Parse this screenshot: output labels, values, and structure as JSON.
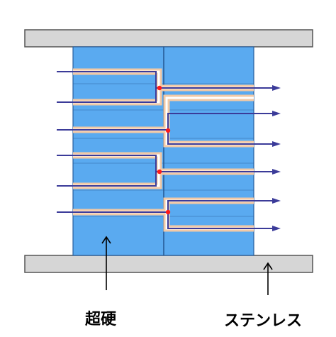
{
  "labels": {
    "left_material": "超硬",
    "right_material": "ステンレス"
  },
  "colors": {
    "plate_fill": "#d6d6d6",
    "plate_stroke": "#555555",
    "block_fill": "#5aaaf0",
    "block_stroke": "#2a5f9c",
    "channel_outline": "#f2c9a6",
    "channel_core": "#ffffff",
    "flow_line": "#3b3b99",
    "junction_dot": "#ff1a1a",
    "pointer_arrow": "#000000"
  },
  "icons": {
    "inlet_arrowheads": "none",
    "outlet_arrowheads": "triangle-arrow-right",
    "pointer": "thin-arrow-up"
  }
}
